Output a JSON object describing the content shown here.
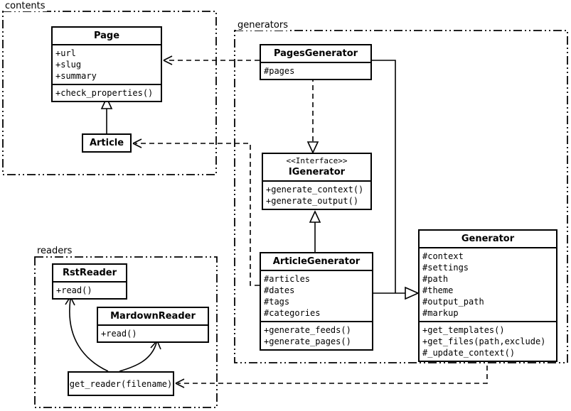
{
  "packages": [
    {
      "label": "contents"
    },
    {
      "label": "generators"
    },
    {
      "label": "readers"
    }
  ],
  "classes": {
    "page": {
      "title": "Page",
      "attributes": [
        "+url",
        "+slug",
        "+summary"
      ],
      "methods": [
        "+check_properties()"
      ]
    },
    "article": {
      "title": "Article"
    },
    "pages_generator": {
      "title": "PagesGenerator",
      "attributes": [
        "#pages"
      ]
    },
    "igenerator": {
      "stereotype": "<<Interface>>",
      "title": "IGenerator",
      "methods": [
        "+generate_context()",
        "+generate_output()"
      ]
    },
    "article_generator": {
      "title": "ArticleGenerator",
      "attributes": [
        "#articles",
        "#dates",
        "#tags",
        "#categories"
      ],
      "methods": [
        "+generate_feeds()",
        "+generate_pages()"
      ]
    },
    "generator": {
      "title": "Generator",
      "attributes": [
        "#context",
        "#settings",
        "#path",
        "#theme",
        "#output_path",
        "#markup"
      ],
      "methods": [
        "+get_templates()",
        "+get_files(path,exclude)",
        "#_update_context()"
      ]
    },
    "rst_reader": {
      "title": "RstReader",
      "methods": [
        "+read()"
      ]
    },
    "markdown_reader": {
      "title": "MardownReader",
      "methods": [
        "+read()"
      ]
    },
    "get_reader": {
      "title": "get_reader(filename)"
    }
  },
  "colors": {
    "line": "#000000",
    "background": "#ffffff"
  }
}
